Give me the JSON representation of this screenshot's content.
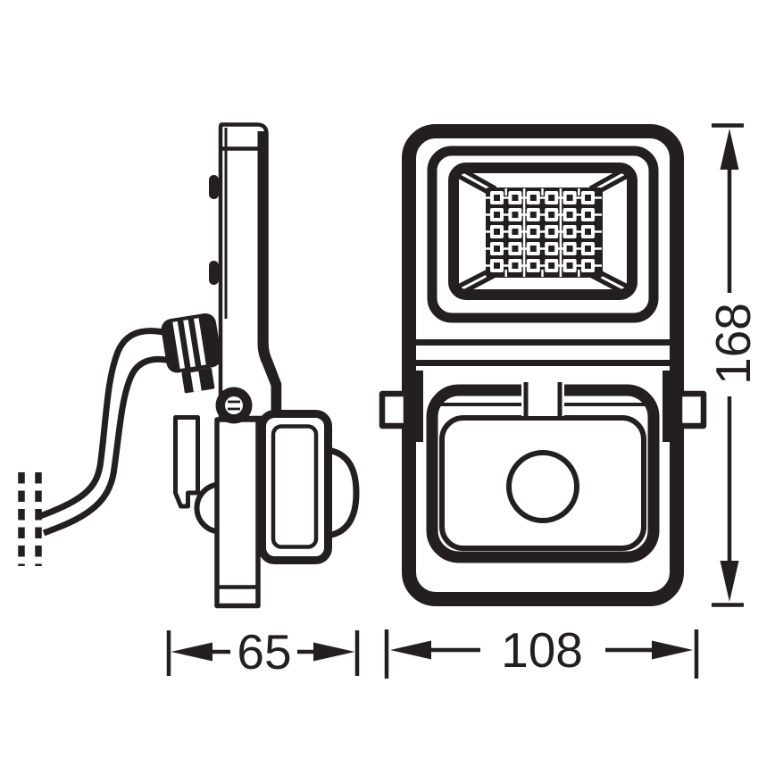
{
  "colors": {
    "line": "#231f20",
    "background": "#ffffff"
  },
  "drawing": {
    "kind": "dimensional-line-drawing",
    "views": {
      "side": "side-view",
      "front": "front-view"
    },
    "dimensions": {
      "depth": {
        "value": "65"
      },
      "width": {
        "value": "108"
      },
      "height": {
        "value": "168"
      }
    }
  },
  "led_panel": {
    "cols": 6,
    "rows": 5
  }
}
